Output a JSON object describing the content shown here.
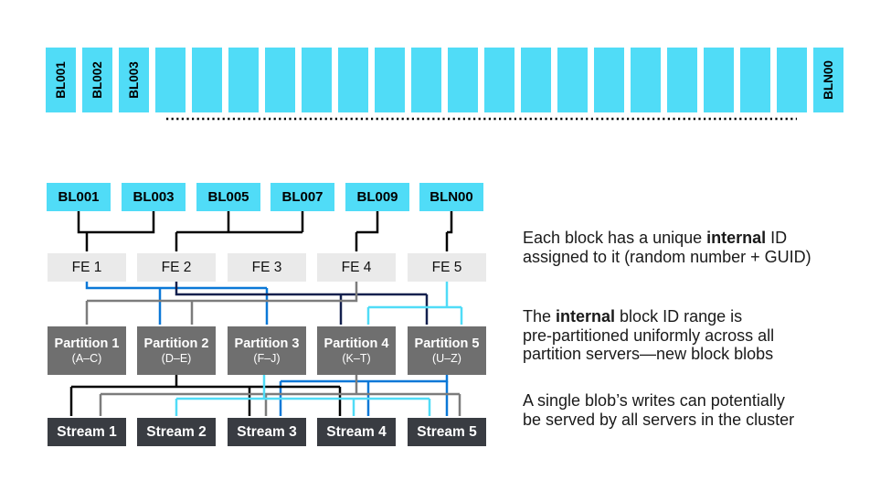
{
  "colors": {
    "block_cyan": "#50dcf7",
    "blue": "#0b78d7",
    "navy": "#13204e",
    "gray": "#7c7c7c",
    "black": "#000000",
    "fe_fill": "#eaeaea",
    "partition_fill": "#6f6f6f",
    "stream_fill": "#393c42"
  },
  "top_row": {
    "blocks": [
      "BL001",
      "BL002",
      "BL003",
      "",
      "",
      "",
      "",
      "",
      "",
      "",
      "",
      "",
      "",
      "",
      "",
      "",
      "",
      "",
      "",
      "",
      "",
      "BLN00"
    ]
  },
  "diagram": {
    "blocks": [
      "BL001",
      "BL003",
      "BL005",
      "BL007",
      "BL009",
      "BLN00"
    ],
    "frontends": [
      "FE 1",
      "FE 2",
      "FE 3",
      "FE 4",
      "FE 5"
    ],
    "partitions": [
      {
        "label": "Partition 1",
        "range": "(A–C)"
      },
      {
        "label": "Partition 2",
        "range": "(D–E)"
      },
      {
        "label": "Partition 3",
        "range": "(F–J)"
      },
      {
        "label": "Partition 4",
        "range": "(K–T)"
      },
      {
        "label": "Partition 5",
        "range": "(U–Z)"
      }
    ],
    "streams": [
      "Stream 1",
      "Stream 2",
      "Stream 3",
      "Stream 4",
      "Stream 5"
    ]
  },
  "annotations": [
    {
      "lines": [
        [
          {
            "t": "Each block has a unique "
          },
          {
            "t": "internal",
            "b": true
          },
          {
            "t": " ID"
          }
        ],
        [
          {
            "t": "assigned to it (random number + GUID)"
          }
        ]
      ]
    },
    {
      "lines": [
        [
          {
            "t": "The "
          },
          {
            "t": "internal",
            "b": true
          },
          {
            "t": " block ID range is"
          }
        ],
        [
          {
            "t": "pre-partitioned uniformly across all"
          }
        ],
        [
          {
            "t": "partition servers—new block blobs"
          }
        ]
      ]
    },
    {
      "lines": [
        [
          {
            "t": "A single blob’s writes can potentially"
          }
        ],
        [
          {
            "t": "be served by all servers in the cluster"
          }
        ]
      ]
    }
  ]
}
